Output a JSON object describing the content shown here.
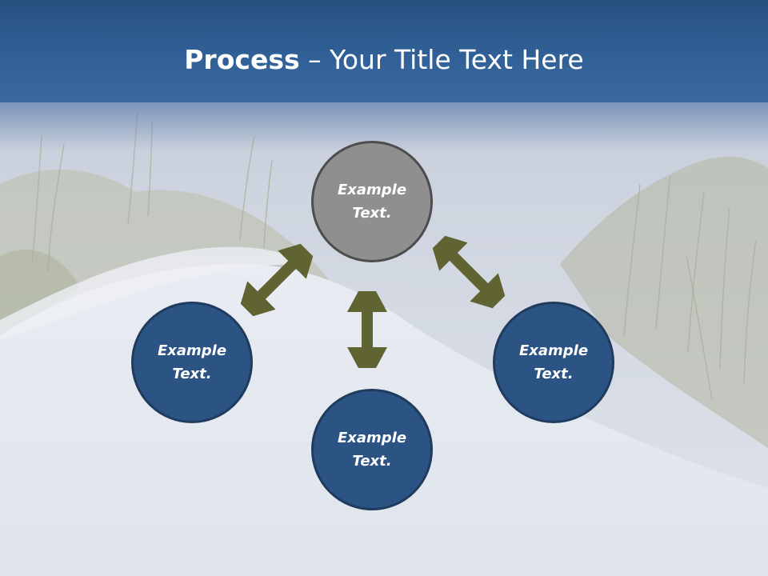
{
  "slide": {
    "title_bold": "Process",
    "title_rest": " – Your Title Text Here"
  },
  "nodes": {
    "top": {
      "line1": "Example",
      "line2": "Text.",
      "color": "#8f8f8f"
    },
    "left": {
      "line1": "Example",
      "line2": "Text.",
      "color": "#2b5485"
    },
    "right": {
      "line1": "Example",
      "line2": "Text.",
      "color": "#2b5485"
    },
    "bottom": {
      "line1": "Example",
      "line2": "Text.",
      "color": "#2b5485"
    }
  },
  "colors": {
    "header": "#305f95",
    "arrow": "#5f6432",
    "node_blue": "#2b5485",
    "node_grey": "#8f8f8f"
  }
}
